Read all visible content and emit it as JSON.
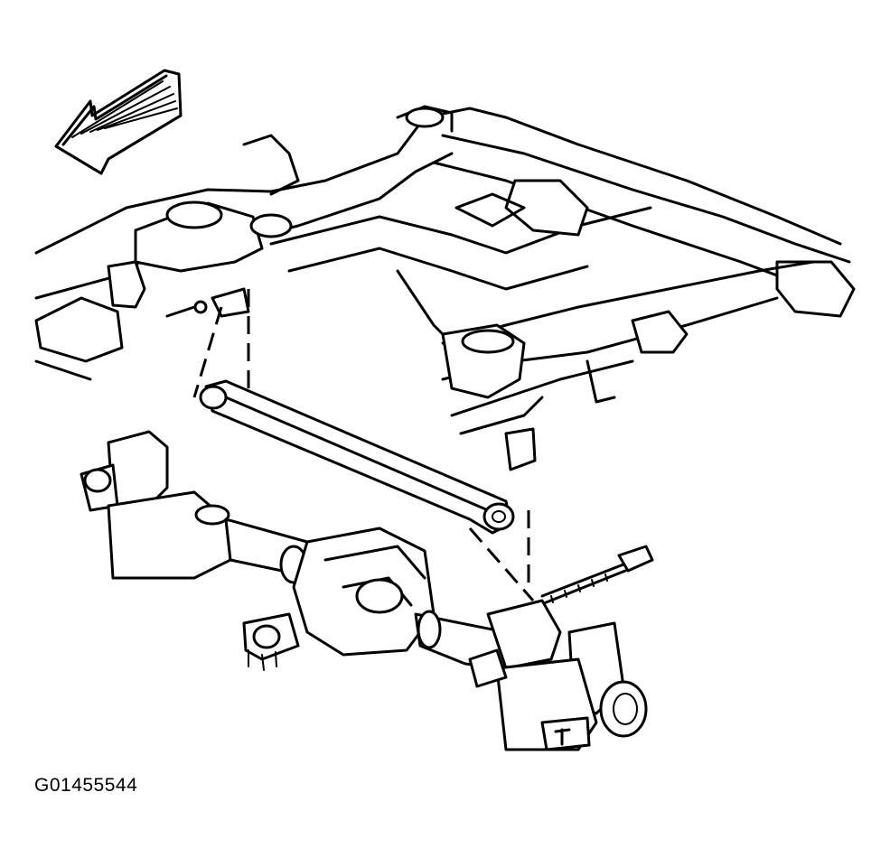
{
  "figure": {
    "id_label": "G01455544",
    "parts": {
      "direction_arrow": "front-direction-arrow",
      "frame": "rear-frame-crossmember",
      "control_arm": "track-bar-control-arm",
      "axle": "rear-axle-assembly",
      "bolt": "mounting-bolt",
      "nut": "mounting-nut"
    }
  }
}
